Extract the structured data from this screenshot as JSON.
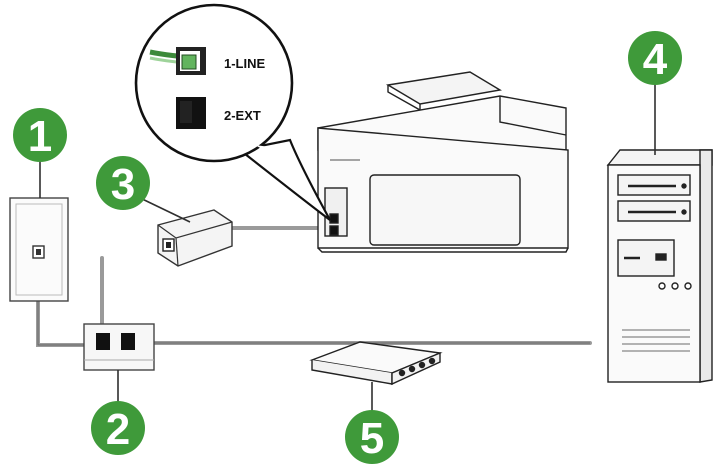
{
  "diagram": {
    "callouts": [
      {
        "id": "1",
        "label": "1",
        "target": "wall-phone-jack"
      },
      {
        "id": "2",
        "label": "2",
        "target": "parallel-splitter"
      },
      {
        "id": "3",
        "label": "3",
        "target": "dsl-filter"
      },
      {
        "id": "4",
        "label": "4",
        "target": "computer"
      },
      {
        "id": "5",
        "label": "5",
        "target": "modem"
      }
    ],
    "ports": [
      {
        "label": "1-LINE"
      },
      {
        "label": "2-EXT"
      }
    ],
    "colors": {
      "callout_fill": "#3f9a3a",
      "callout_text": "#ffffff",
      "line": "#4a4a4a",
      "device_fill": "#fafafa",
      "device_stroke": "#333333",
      "cable": "#888888"
    }
  }
}
